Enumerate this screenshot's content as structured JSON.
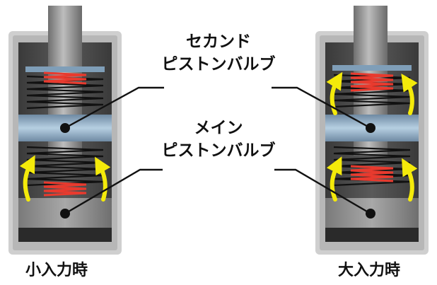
{
  "labels": {
    "second_line1": "セカンド",
    "second_line2": "ピストンバルブ",
    "main_line1": "メイン",
    "main_line2": "ピストンバルブ"
  },
  "captions": {
    "left": "小入力時",
    "right": "大入力時"
  },
  "colors": {
    "housing_frame": "#c6c6c6",
    "cylinder_inner": "#4a4a4a",
    "rod": "#8e8e8e",
    "piston": "#8aa8c0",
    "compressed_spring": "#e83a2e",
    "flow_arrow": "#f4ea0a",
    "base": "#2a2a2a",
    "leader_line": "#111111"
  },
  "icons": {
    "flow": "arrow-up-icon",
    "spring": "spring-icon",
    "valve_marker": "dot-icon"
  }
}
